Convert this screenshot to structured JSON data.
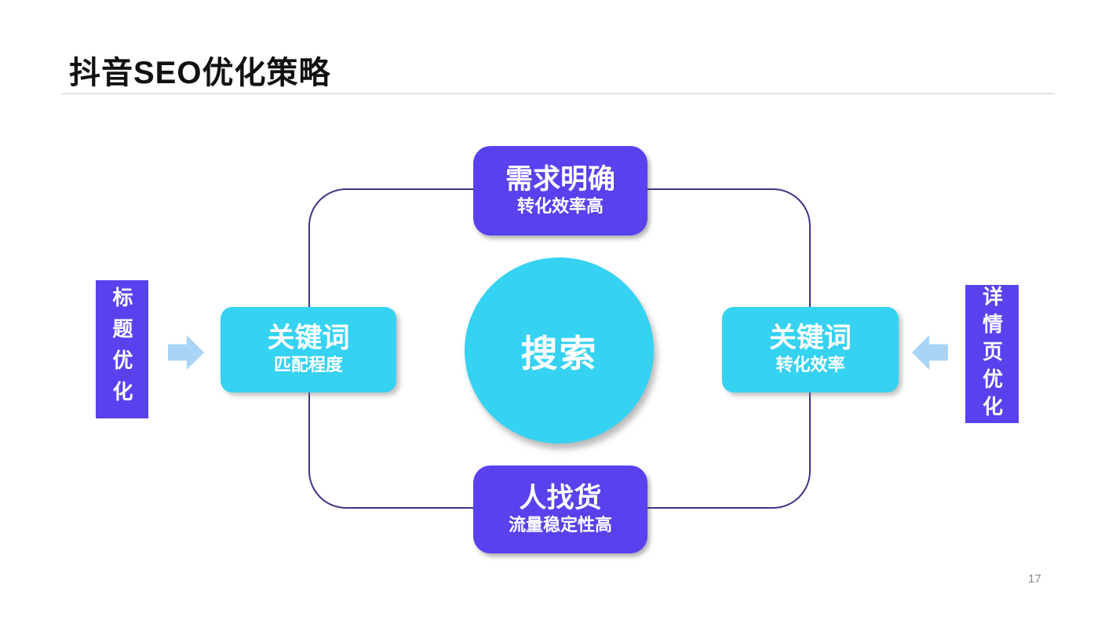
{
  "slide": {
    "title": "抖音SEO优化策略",
    "page_number": "17"
  },
  "colors": {
    "purple": "#5742ee",
    "cyan": "#35d2f2",
    "outline": "#3c3585",
    "arrow_blue": "#a9d4f5",
    "title_color": "#111111",
    "divider": "#cccccc",
    "page_num": "#8a8a8a"
  },
  "diagram": {
    "center": {
      "label": "搜索"
    },
    "top": {
      "title": "需求明确",
      "subtitle": "转化效率高"
    },
    "bottom": {
      "title": "人找货",
      "subtitle": "流量稳定性高"
    },
    "left": {
      "title": "关键词",
      "subtitle": "匹配程度"
    },
    "right": {
      "title": "关键词",
      "subtitle": "转化效率"
    },
    "left_side": {
      "label": "标题优化"
    },
    "right_side": {
      "label": "详情页优化"
    }
  }
}
